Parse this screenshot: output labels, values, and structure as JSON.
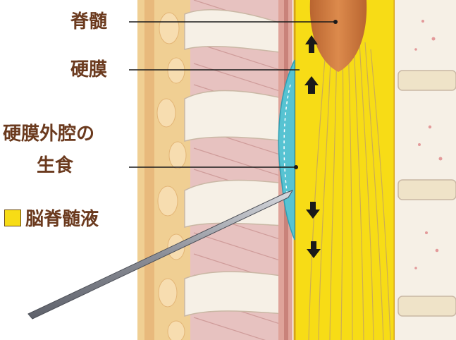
{
  "labels": {
    "spinal_cord": "脊髄",
    "dura_mater": "硬膜",
    "epidural_line1": "硬膜外腔の",
    "epidural_line2": "生食",
    "legend_csf": "脳脊髄液"
  },
  "colors": {
    "label_text": "#6b3a1e",
    "csf_yellow": "#f7dc16",
    "saline_blue": "#57c3d2",
    "spinal_cord": "#c8743a",
    "bone": "#f6f0e6",
    "skin": "#f0cf93",
    "muscle": "#e7c2c0",
    "needle": "#8c8f98"
  },
  "icons": {
    "arrow_up": "arrow-up-icon",
    "arrow_down": "arrow-down-icon"
  }
}
